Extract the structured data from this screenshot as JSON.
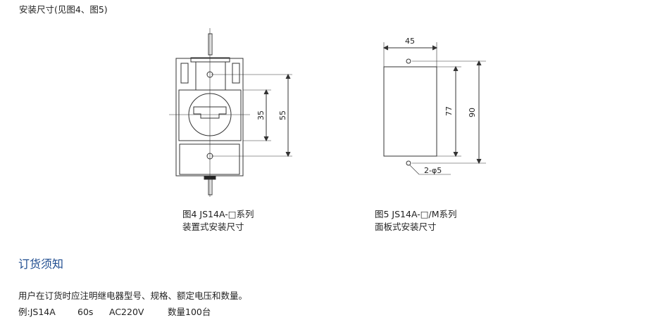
{
  "section_title": "安装尺寸(见图4、图5)",
  "fig4": {
    "caption_line1": "图4 JS14A-□系列",
    "caption_line2": "装置式安装尺寸",
    "dim_inner": "35",
    "dim_outer": "55"
  },
  "fig5": {
    "caption_line1": "图5 JS14A-□/M系列",
    "caption_line2": "面板式安装尺寸",
    "dim_width": "45",
    "dim_hole_spacing": "77",
    "dim_height": "90",
    "hole_label": "2-φ5"
  },
  "ordering": {
    "title": "订货须知",
    "text": "用户在订货时应注明继电器型号、规格、额定电压和数量。",
    "example_label": "例:JS14A",
    "example_time": "60s",
    "example_voltage": "AC220V",
    "example_qty": "数量100台"
  },
  "colors": {
    "heading": "#1d4b8f"
  }
}
